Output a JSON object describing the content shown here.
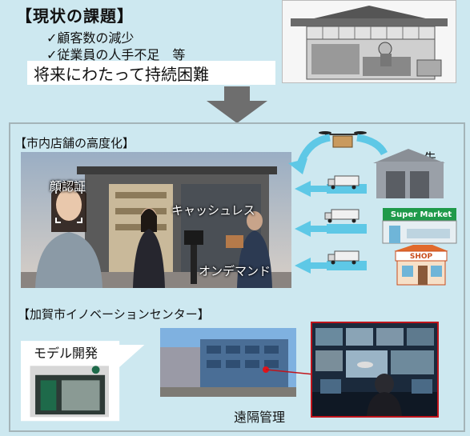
{
  "header": {
    "title": "【現状の課題】",
    "issues": [
      "✓顧客数の減少",
      "✓従業員の人手不足　等"
    ],
    "conclusion": "将来にわたって持続困難"
  },
  "city_stores": {
    "title": "【市内店舗の高度化】",
    "face_auth": "顔認証",
    "cashless": "キャッシュレス",
    "on_demand": "オンデマンド"
  },
  "suppliers": {
    "label": "仕入先",
    "supermarket_sign": "Super Market",
    "shop_sign": "SHOP"
  },
  "innovation_center": {
    "title": "【加賀市イノベーションセンター】",
    "model_development": "モデル開発",
    "remote_management": "遠隔管理"
  },
  "colors": {
    "background": "#cde8f0",
    "arrow": "#5ec8e6",
    "accent_red": "#c0141b"
  }
}
